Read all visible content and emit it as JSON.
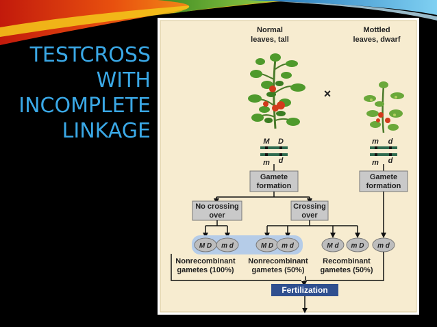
{
  "slide": {
    "title_lines": [
      "TESTCROSS",
      "WITH",
      "INCOMPLETE",
      "LINKAGE"
    ]
  },
  "parents": {
    "left_label_line1": "Normal",
    "left_label_line2": "leaves, tall",
    "right_label_line1": "Mottled",
    "right_label_line2": "leaves, dwarf",
    "cross_symbol": "×"
  },
  "chromosomes": {
    "left_top_allele1": "M",
    "left_top_allele2": "D",
    "left_bottom_allele1": "m",
    "left_bottom_allele2": "d",
    "right_top_allele1": "m",
    "right_top_allele2": "d",
    "right_bottom_allele1": "m",
    "right_bottom_allele2": "d"
  },
  "process": {
    "gamete_formation_line1": "Gamete",
    "gamete_formation_line2": "formation",
    "no_crossing_line1": "No crossing",
    "no_crossing_line2": "over",
    "crossing_line1": "Crossing",
    "crossing_line2": "over"
  },
  "gametes": [
    "M D",
    "m d",
    "M D",
    "m d",
    "M d",
    "m D",
    "m d"
  ],
  "gamete_labels": {
    "nonrec100_line1": "Nonrecombinant",
    "nonrec100_line2": "gametes (100%)",
    "nonrec50_line1": "Nonrecombinant",
    "nonrec50_line2": "gametes (50%)",
    "rec50_line1": "Recombinant",
    "rec50_line2": "gametes (50%)"
  },
  "fertilization": "Fertilization",
  "colors": {
    "panel": "#f7ecd0",
    "box_fill": "#c9c9c9",
    "highlight": "#b5cce8",
    "fertilization_box": "#2f4f8f",
    "title_blue": "#3aa8e6",
    "chromosome_green": "#2f6b4f"
  }
}
